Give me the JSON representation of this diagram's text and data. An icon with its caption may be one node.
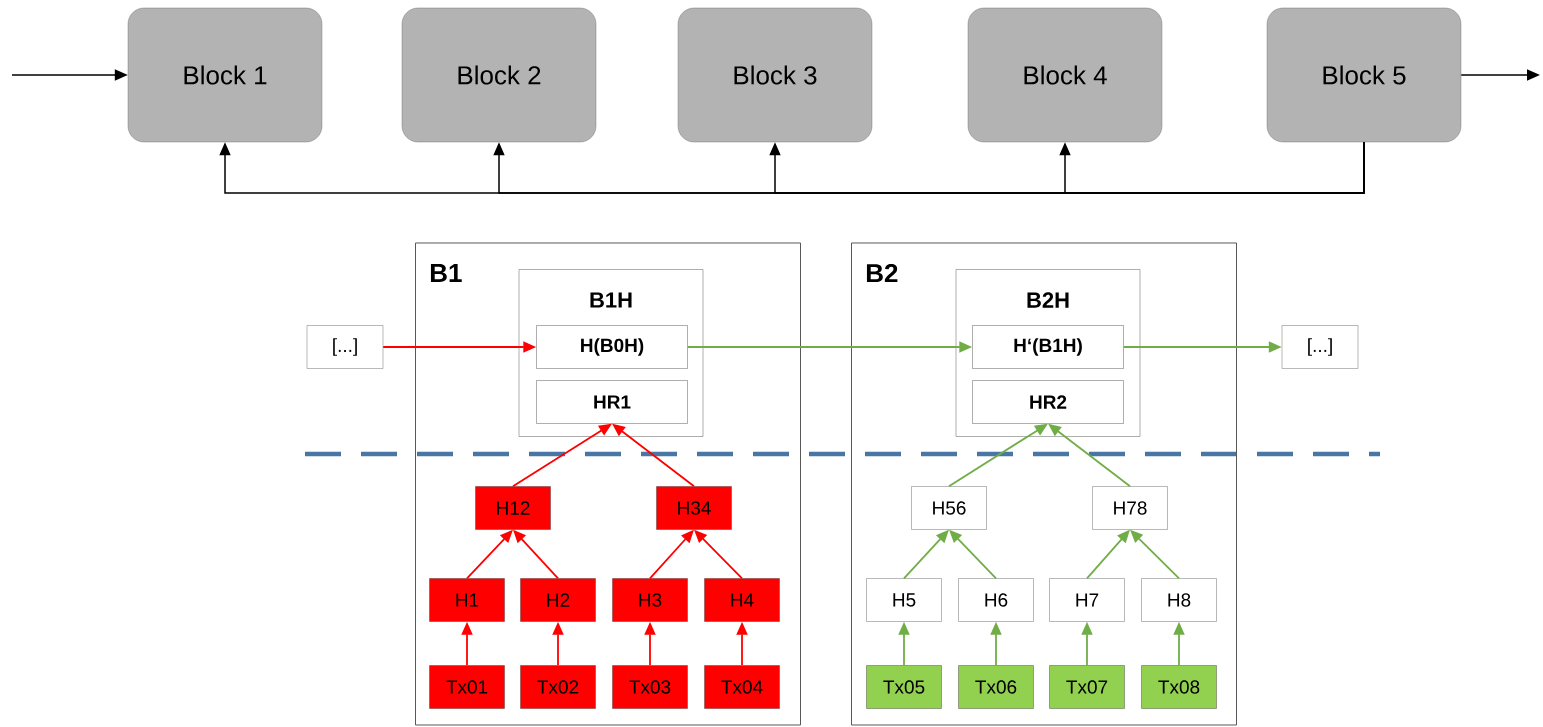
{
  "diagram": {
    "nodes": [
      {
        "text": [
          "Block 1"
        ]
      },
      {
        "text": [
          "Block 2"
        ]
      },
      {
        "text": [
          "Block 3"
        ]
      },
      {
        "text": [
          "Block 4"
        ]
      },
      {
        "text": [
          "Block 5"
        ]
      },
      {
        "text": [
          "B1"
        ]
      },
      {
        "text": [
          "B1H"
        ],
        "in": 5
      },
      {
        "text": [
          "H(B0H)"
        ],
        "in": 6
      },
      {
        "text": [
          "HR1"
        ],
        "in": 6
      },
      {
        "text": [
          "H12"
        ],
        "in": 5
      },
      {
        "text": [
          "H34"
        ],
        "in": 5
      },
      {
        "text": [
          "H1"
        ],
        "in": 5
      },
      {
        "text": [
          "H2"
        ],
        "in": 5
      },
      {
        "text": [
          "H3"
        ],
        "in": 5
      },
      {
        "text": [
          "H4"
        ],
        "in": 5
      },
      {
        "text": [
          "Tx01"
        ],
        "in": 5
      },
      {
        "text": [
          "Tx02"
        ],
        "in": 5
      },
      {
        "text": [
          "Tx03"
        ],
        "in": 5
      },
      {
        "text": [
          "Tx04"
        ],
        "in": 5
      },
      {
        "text": [
          "B2"
        ]
      },
      {
        "text": [
          "B2H"
        ],
        "in": 19
      },
      {
        "text": [
          "H‘(B1H)"
        ],
        "in": 20
      },
      {
        "text": [
          "HR2"
        ],
        "in": 20
      },
      {
        "text": [
          "H56"
        ],
        "in": 19
      },
      {
        "text": [
          "H78"
        ],
        "in": 19
      },
      {
        "text": [
          "H5"
        ],
        "in": 19
      },
      {
        "text": [
          "H6"
        ],
        "in": 19
      },
      {
        "text": [
          "H7"
        ],
        "in": 19
      },
      {
        "text": [
          "H8"
        ],
        "in": 19
      },
      {
        "text": [
          "Tx05"
        ],
        "in": 19
      },
      {
        "text": [
          "Tx06"
        ],
        "in": 19
      },
      {
        "text": [
          "Tx07"
        ],
        "in": 19
      },
      {
        "text": [
          "Tx08"
        ],
        "in": 19
      },
      {
        "text": [
          "[...]"
        ]
      },
      {
        "text": [
          "[...]"
        ]
      }
    ],
    "edges": [
      {
        "from": null,
        "to": 0,
        "arrow": "to",
        "color": "#000000"
      },
      {
        "from": 4,
        "to": null,
        "arrow": "to",
        "color": "#000000"
      },
      {
        "from": 4,
        "to": 3,
        "arrow": "to",
        "color": "#000000"
      },
      {
        "from": 4,
        "to": 2,
        "arrow": "to",
        "color": "#000000"
      },
      {
        "from": 4,
        "to": 1,
        "arrow": "to",
        "color": "#000000"
      },
      {
        "from": 4,
        "to": 0,
        "arrow": "to",
        "color": "#000000"
      },
      {
        "from": 33,
        "to": 7,
        "arrow": "to",
        "color": "#ff0000"
      },
      {
        "from": 9,
        "to": 8,
        "arrow": "to",
        "color": "#ff0000"
      },
      {
        "from": 10,
        "to": 8,
        "arrow": "to",
        "color": "#ff0000"
      },
      {
        "from": 11,
        "to": 9,
        "arrow": "to",
        "color": "#ff0000"
      },
      {
        "from": 12,
        "to": 9,
        "arrow": "to",
        "color": "#ff0000"
      },
      {
        "from": 13,
        "to": 10,
        "arrow": "to",
        "color": "#ff0000"
      },
      {
        "from": 14,
        "to": 10,
        "arrow": "to",
        "color": "#ff0000"
      },
      {
        "from": 15,
        "to": 11,
        "arrow": "to",
        "color": "#ff0000"
      },
      {
        "from": 16,
        "to": 12,
        "arrow": "to",
        "color": "#ff0000"
      },
      {
        "from": 17,
        "to": 13,
        "arrow": "to",
        "color": "#ff0000"
      },
      {
        "from": 18,
        "to": 14,
        "arrow": "to",
        "color": "#ff0000"
      },
      {
        "from": 7,
        "to": 21,
        "arrow": "to"
      },
      {
        "from": 21,
        "to": 34,
        "arrow": "to"
      },
      {
        "from": 23,
        "to": 22,
        "arrow": "to"
      },
      {
        "from": 24,
        "to": 22,
        "arrow": "to"
      },
      {
        "from": 25,
        "to": 23,
        "arrow": "to"
      },
      {
        "from": 26,
        "to": 23,
        "arrow": "to"
      },
      {
        "from": 27,
        "to": 24,
        "arrow": "to"
      },
      {
        "from": 28,
        "to": 24,
        "arrow": "to"
      },
      {
        "from": 29,
        "to": 25,
        "arrow": "to"
      },
      {
        "from": 30,
        "to": 26,
        "arrow": "to"
      },
      {
        "from": 31,
        "to": 27,
        "arrow": "to"
      },
      {
        "from": 32,
        "to": 28,
        "arrow": "to"
      }
    ]
  }
}
